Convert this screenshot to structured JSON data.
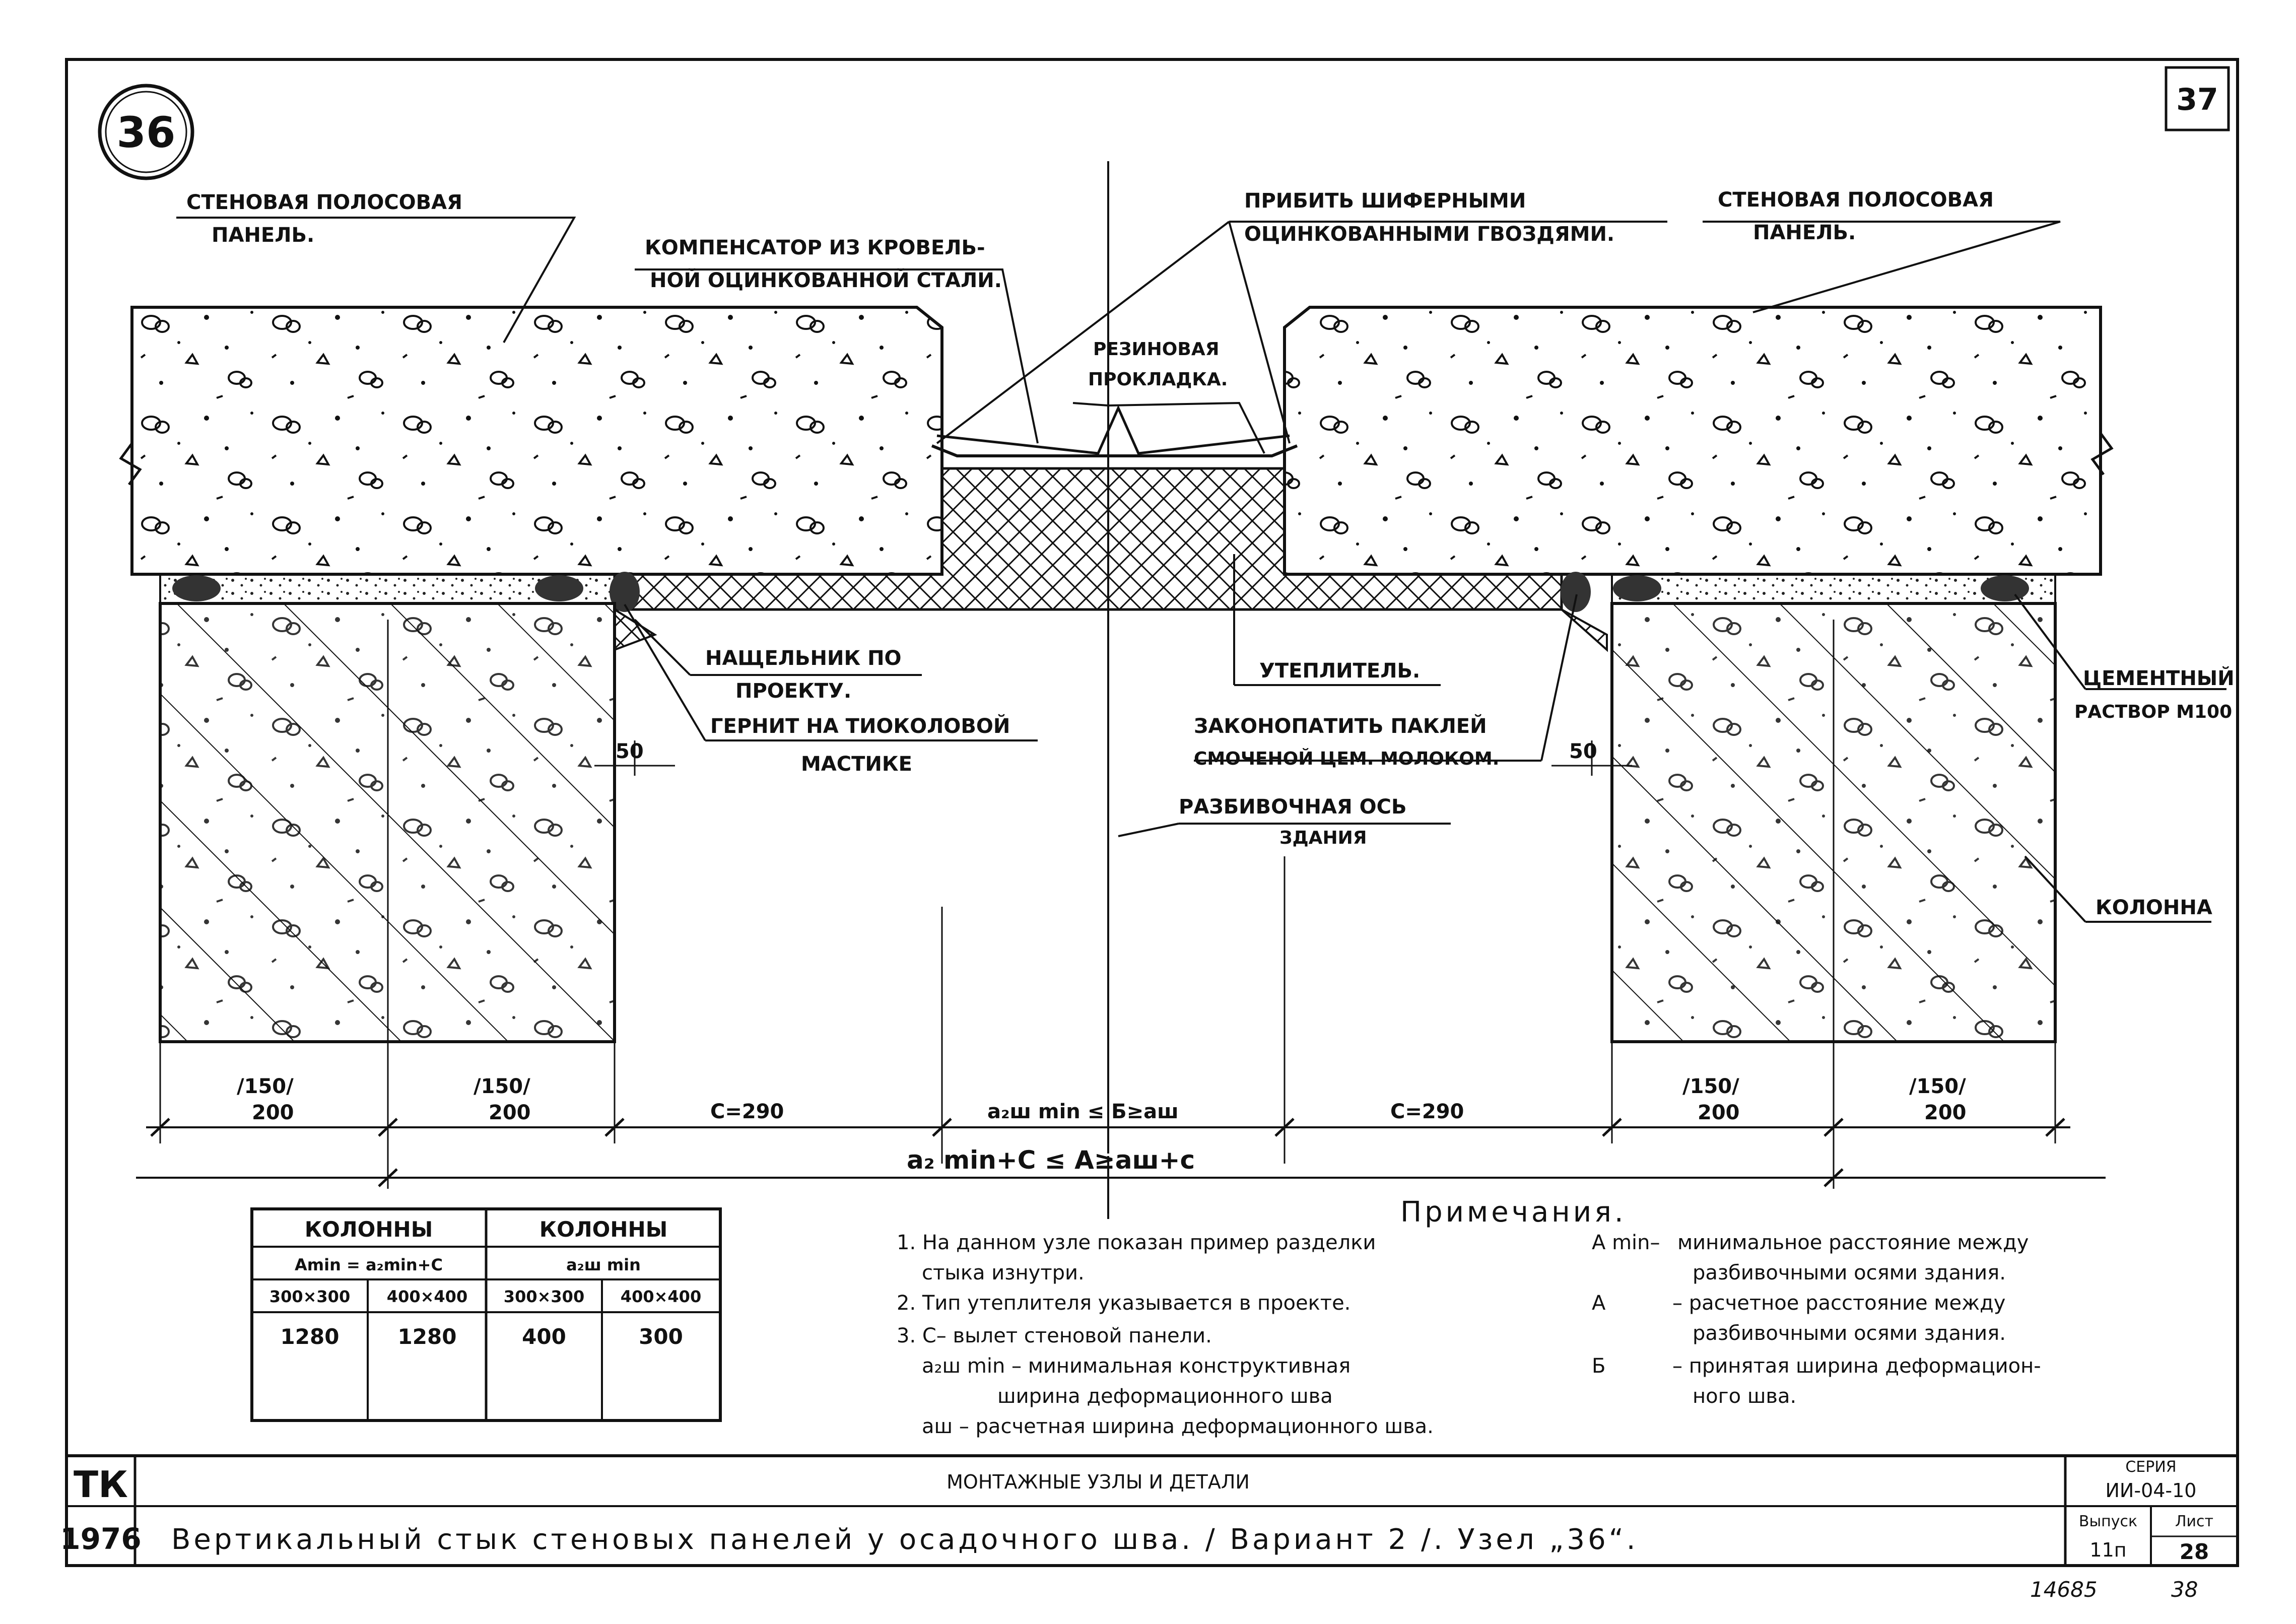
{
  "sheet": {
    "node_number": "36",
    "sheet_number": "37"
  },
  "labels": {
    "panel_left_line1": "СТЕНОВАЯ ПОЛОСОВАЯ",
    "panel_left_line2": "ПАНЕЛЬ.",
    "panel_right_line1": "СТЕНОВАЯ ПОЛОСОВАЯ",
    "panel_right_line2": "ПАНЕЛЬ.",
    "compensator_line1": "КОМПЕНСАТОР ИЗ КРОВЕЛЬ-",
    "compensator_line2": "НОЙ ОЦИНКОВАННОЙ СТАЛИ.",
    "nails_line1": "ПРИБИТЬ ШИФЕРНЫМИ",
    "nails_line2": "ОЦИНКОВАННЫМИ ГВОЗДЯМИ.",
    "rubber_line1": "РЕЗИНОВАЯ",
    "rubber_line2": "ПРОКЛАДКА.",
    "nashchelnik_line1": "НАЩЕЛЬНИК ПО",
    "nashchelnik_line2": "ПРОЕКТУ.",
    "gernit_line1": "ГЕРНИТ НА ТИОКОЛОВОЙ",
    "gernit_line2": "МАСТИКЕ",
    "insulation": "УТЕПЛИТЕЛЬ.",
    "caulk_line1": "ЗАКОНОПАТИТЬ ПАКЛЕЙ",
    "caulk_line2": "СМОЧЕНОЙ ЦЕМ. МОЛОКОМ.",
    "axis_line1": "РАЗБИВОЧНАЯ ОСЬ",
    "axis_line2": "ЗДАНИЯ",
    "cement_line1": "ЦЕМЕНТНЫЙ",
    "cement_line2": "РАСТВОР М100",
    "column": "КОЛОННА"
  },
  "dimensions": {
    "d50_left": "50",
    "d50_right": "50",
    "col_a_top": "/150/",
    "col_a_bot": "200",
    "col_b_top": "/150/",
    "col_b_bot": "200",
    "c_left": "С=290",
    "center": "a₂ш min ≤ Б≥aш",
    "c_right": "С=290",
    "col_c_top": "/150/",
    "col_c_bot": "200",
    "col_d_top": "/150/",
    "col_d_bot": "200",
    "overall": "a₂ min+C ≤ A≥aш+c"
  },
  "table": {
    "head_left": "КОЛОННЫ",
    "head_right": "КОЛОННЫ",
    "sub_left": "Amin = a₂min+C",
    "sub_right": "a₂ш min",
    "sizes": [
      "300×300",
      "400×400",
      "300×300",
      "400×400"
    ],
    "values": [
      "1280",
      "1280",
      "400",
      "300"
    ]
  },
  "notes": {
    "heading": "Примечания.",
    "left": [
      "1. На данном узле показан пример разделки",
      "стыка изнутри.",
      "2. Тип утеплителя указывается в проекте.",
      "3. С– вылет стеновой панели.",
      "a₂ш min – минимальная конструктивная",
      "ширина деформационного шва",
      "aш – расчетная ширина деформационного шва."
    ],
    "right_keys": [
      "А min–",
      "А",
      "Б"
    ],
    "right": [
      "минимальное расстояние между",
      "разбивочными осями здания.",
      "– расчетное расстояние между",
      "разбивочными осями здания.",
      "– принятая ширина деформацион-",
      "ного шва."
    ]
  },
  "title_block": {
    "org": "ТК",
    "year": "1976",
    "section": "МОНТАЖНЫЕ УЗЛЫ И ДЕТАЛИ",
    "title": "Вертикальный стык стеновых панелей у осадочного шва.   / Вариант 2 /.   Узел „36“.",
    "series_label": "СЕРИЯ",
    "series": "ИИ-04-10",
    "issue_label": "Выпуск",
    "issue": "11п",
    "sheet_label": "Лист",
    "sheet": "28"
  },
  "handwritten": {
    "archive_no": "14685",
    "page": "38"
  }
}
